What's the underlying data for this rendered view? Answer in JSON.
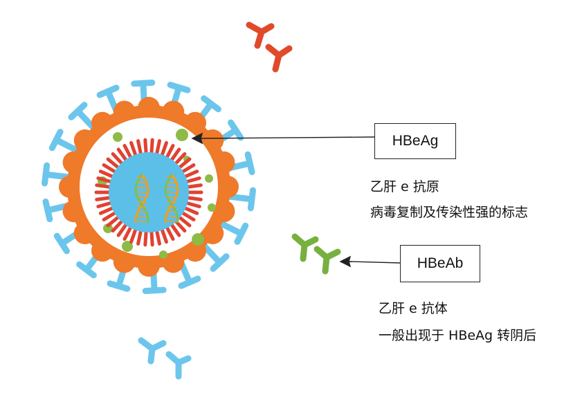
{
  "colors": {
    "virus_shell": "#ee7a2a",
    "surface_antigen": "#6cc6ec",
    "core": "#5bbfe8",
    "core_spikes": "#e04232",
    "green_particles": "#8dbb45",
    "antibody_red": "#e04a2a",
    "antibody_green": "#78b040",
    "antibody_blue": "#6cc6ec",
    "dna_strand_a": "#f0a020",
    "dna_strand_b": "#7cc050"
  },
  "hbeag": {
    "box_label": "HBeAg",
    "name": "乙肝 e 抗原",
    "description": "病毒复制及传染性强的标志"
  },
  "hbeab": {
    "box_label": "HBeAb",
    "name": "乙肝 e 抗体",
    "description": "一般出现于 HBeAg 转阴后"
  }
}
